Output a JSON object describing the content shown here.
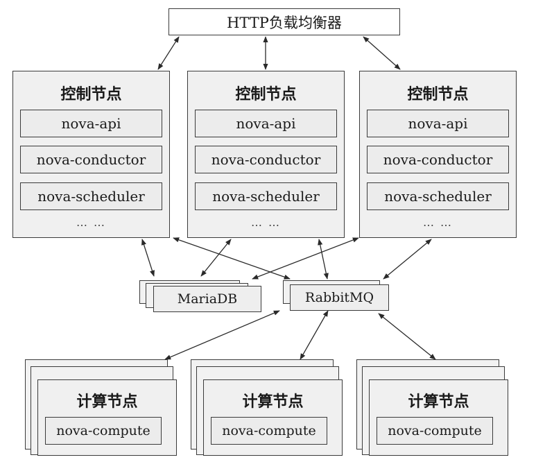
{
  "load_balancer": {
    "label": "HTTP负载均衡器"
  },
  "controller_nodes": [
    {
      "title": "控制节点",
      "services": [
        "nova-api",
        "nova-conductor",
        "nova-scheduler"
      ],
      "ellipsis": "… …"
    },
    {
      "title": "控制节点",
      "services": [
        "nova-api",
        "nova-conductor",
        "nova-scheduler"
      ],
      "ellipsis": "… …"
    },
    {
      "title": "控制节点",
      "services": [
        "nova-api",
        "nova-conductor",
        "nova-scheduler"
      ],
      "ellipsis": "… …"
    }
  ],
  "middleware": {
    "database": "MariaDB",
    "queue": "RabbitMQ"
  },
  "compute_nodes": [
    {
      "title": "计算节点",
      "service": "nova-compute"
    },
    {
      "title": "计算节点",
      "service": "nova-compute"
    },
    {
      "title": "计算节点",
      "service": "nova-compute"
    }
  ]
}
